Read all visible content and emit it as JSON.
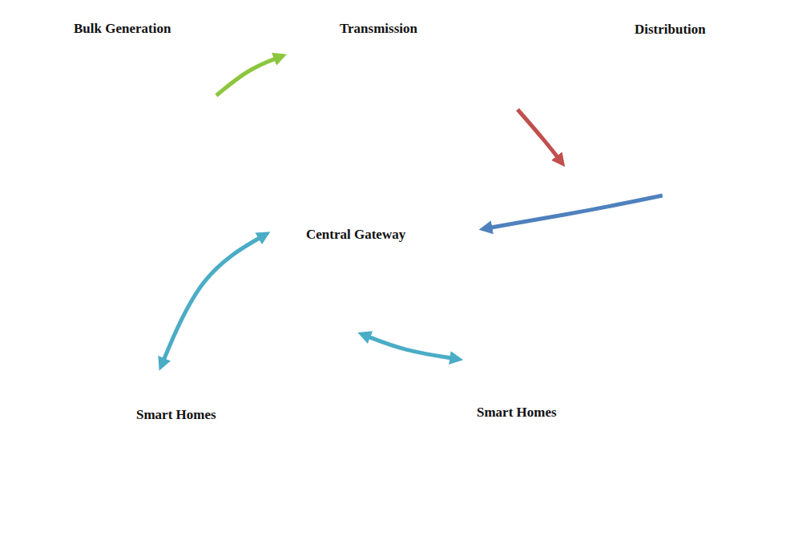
{
  "diagram": {
    "nodes": [
      {
        "text": [
          "Bulk Generation"
        ]
      },
      {
        "text": [
          "Transmission"
        ]
      },
      {
        "text": [
          "Distribution"
        ]
      },
      {
        "text": [
          "Central Gateway"
        ]
      },
      {
        "text": [
          "Smart Homes"
        ]
      },
      {
        "text": [
          "Smart Homes"
        ]
      }
    ],
    "edges": [
      {
        "from": 0,
        "to": 1,
        "arrow": "to"
      },
      {
        "from": 1,
        "to": 2,
        "arrow": "to"
      },
      {
        "from": 2,
        "to": 3,
        "arrow": "to"
      },
      {
        "from": 3,
        "to": 4,
        "arrow": "both"
      },
      {
        "from": 3,
        "to": 5,
        "arrow": "both"
      }
    ]
  }
}
